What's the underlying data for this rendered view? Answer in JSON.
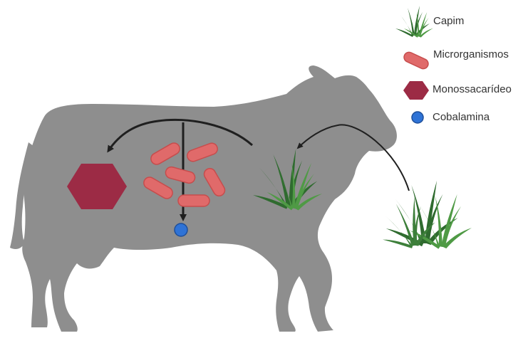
{
  "legend": {
    "items": [
      {
        "key": "capim",
        "label": "Capim",
        "icon": "grass-icon"
      },
      {
        "key": "microrganismos",
        "label": "Microrganismos",
        "icon": "bacteria-capsule-icon"
      },
      {
        "key": "monossacarideo",
        "label": "Monossacarídeo",
        "icon": "hexagon-icon"
      },
      {
        "key": "cobalamina",
        "label": "Cobalamina",
        "icon": "circle-icon"
      }
    ]
  },
  "colors": {
    "cow": "#8e8e8e",
    "microrganismo": "#e06a6a",
    "microrganismo_outline": "#c64d4d",
    "monossacarideo": "#9c2b45",
    "cobalamina": "#2f73d6",
    "cobalamina_outline": "#1e4f9a",
    "grass_dark": "#2f6b2f",
    "grass_light": "#4f9a45",
    "arrow": "#1f1f1f"
  }
}
